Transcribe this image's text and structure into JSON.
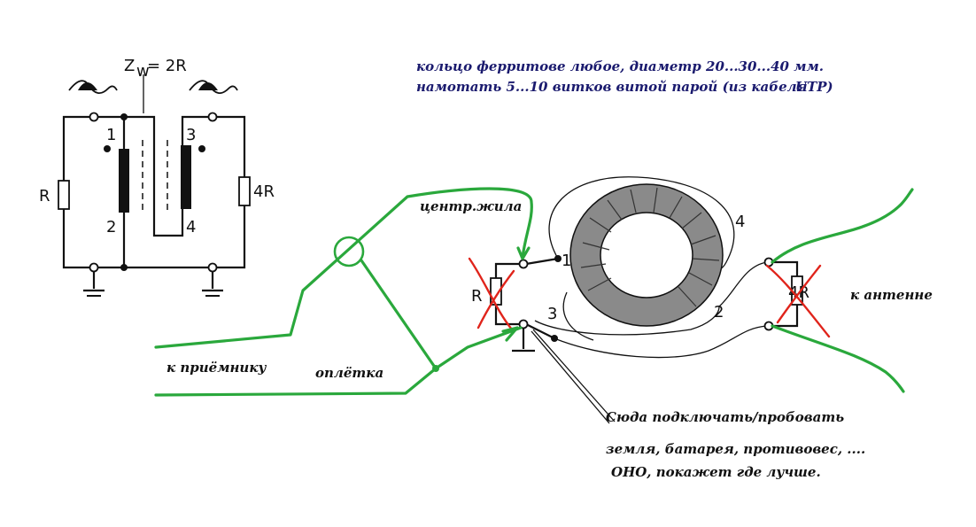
{
  "schematic": {
    "impedance_label": "Z",
    "impedance_sub": "w",
    "impedance_value": "= 2R",
    "left_resistor": "R",
    "right_resistor": "4R",
    "pin1": "1",
    "pin2": "2",
    "pin3": "3",
    "pin4": "4"
  },
  "notes": {
    "line1": "кольцо ферритове любое, диаметр 20...30...40 мм.",
    "line2_a": "намотать 5...10 витков витой парой (из кабеля",
    "line2_b": "UTP)"
  },
  "wiring": {
    "center_core": "центр.жила",
    "to_receiver": "к приёмнику",
    "braid": "оплётка",
    "to_antenna": "к антенне",
    "resistor_r": "R",
    "resistor_4r": "4R",
    "coil1": "1",
    "coil2": "2",
    "coil3": "3",
    "coil4": "4"
  },
  "instructions": {
    "line1": "Сюда подключать/пробовать",
    "line2": "земля, батарея, противовес, ....",
    "line3": "ОНО, покажет где лучше."
  },
  "colors": {
    "green_wire": "#2aa83c",
    "red_cross": "#e0241b",
    "note_text": "#1a1a6e"
  }
}
